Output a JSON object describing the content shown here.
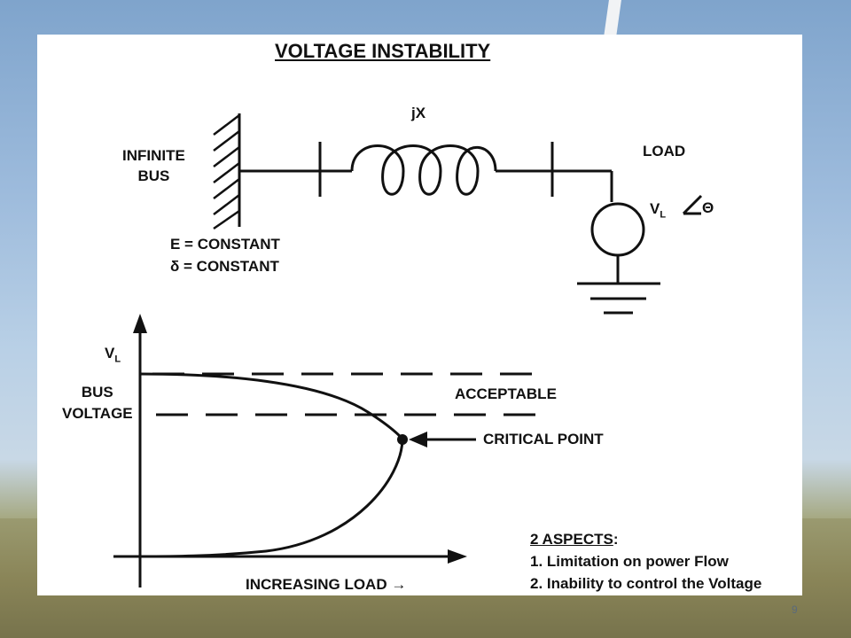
{
  "slide": {
    "title": "VOLTAGE INSTABILITY",
    "page_number": "9"
  },
  "circuit": {
    "reactance_label": "jX",
    "load_label": "LOAD",
    "load_voltage": "V",
    "load_voltage_sub": "L",
    "angle_symbol": "Θ",
    "infinite_bus_line1": "INFINITE",
    "infinite_bus_line2": "BUS",
    "e_constant": "E = CONSTANT",
    "delta_constant": "δ = CONSTANT"
  },
  "graph": {
    "y_axis_label": "V",
    "y_axis_label_sub": "L",
    "bus_voltage_line1": "BUS",
    "bus_voltage_line2": "VOLTAGE",
    "acceptable_label": "ACCEPTABLE",
    "critical_point_label": "CRITICAL POINT",
    "x_axis_label": "INCREASING LOAD →"
  },
  "aspects": {
    "heading": "2 ASPECTS",
    "heading_colon": ":",
    "items": [
      "1.  Limitation on power Flow",
      "2.  Inability to control the Voltage"
    ]
  },
  "colors": {
    "line": "#111111",
    "slide_bg": "#ffffff"
  }
}
